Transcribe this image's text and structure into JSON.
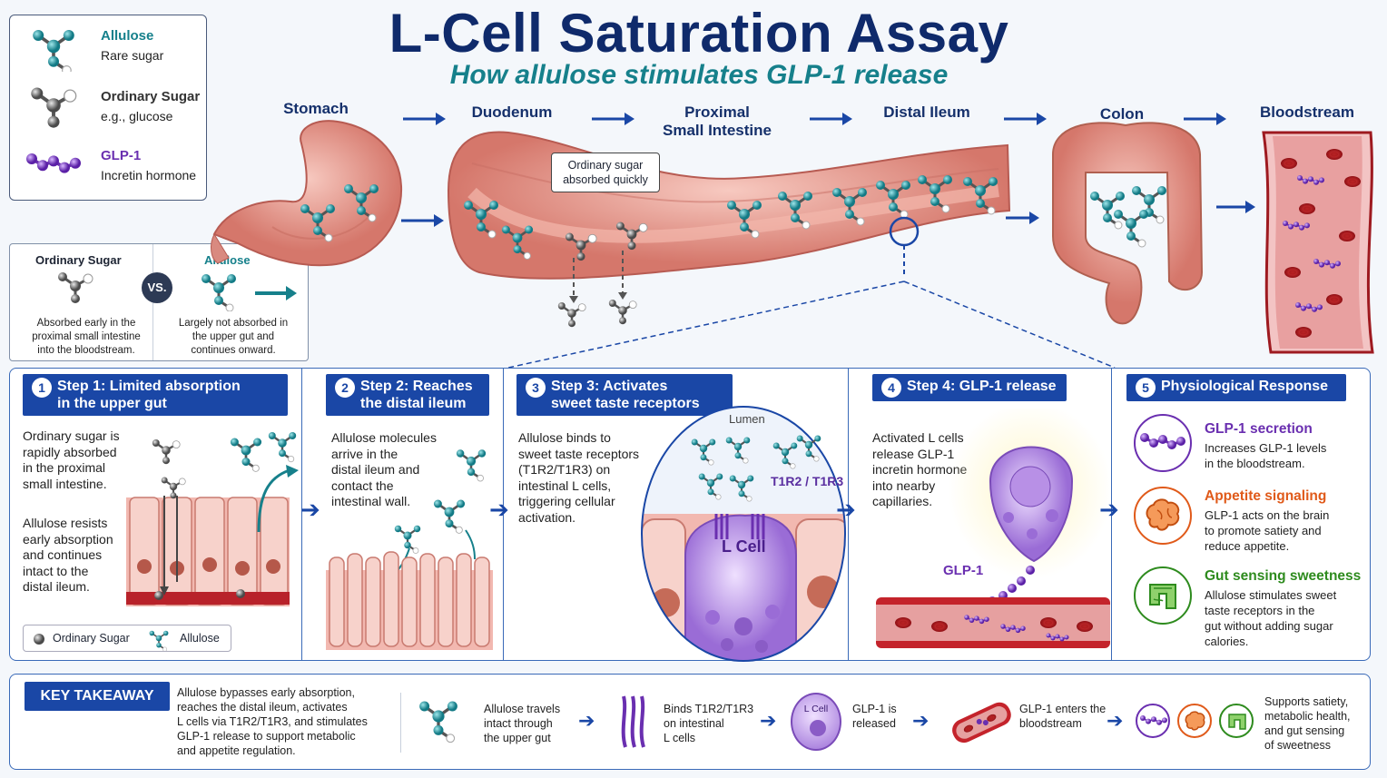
{
  "title": "L-Cell Saturation Assay",
  "subtitle": "How allulose stimulates GLP-1 release",
  "colors": {
    "allulose": "#16808b",
    "sugar": "#333333",
    "glp1": "#6a2fb0",
    "navy": "#1a47a6",
    "appetite": "#e05a1a",
    "gut": "#2e8b1e"
  },
  "legend": [
    {
      "name": "Allulose",
      "desc": "Rare sugar",
      "icon": "allulose-molecule-icon"
    },
    {
      "name": "Ordinary Sugar",
      "desc": "e.g., glucose",
      "icon": "sugar-molecule-icon"
    },
    {
      "name": "GLP-1",
      "desc": "Incretin hormone",
      "icon": "glp1-chain-icon"
    }
  ],
  "compare": {
    "left_head": "Ordinary Sugar",
    "right_head": "Allulose",
    "vs": "VS.",
    "left_text": [
      "Absorbed early in the",
      "proximal small intestine",
      "into the bloodstream."
    ],
    "right_text": [
      "Largely not absorbed in",
      "the upper gut and",
      "continues onward."
    ]
  },
  "stages": [
    {
      "label": "Stomach"
    },
    {
      "label": "Duodenum"
    },
    {
      "label": "Proximal\nSmall Intestine"
    },
    {
      "label": "Distal Ileum"
    },
    {
      "label": "Colon"
    },
    {
      "label": "Bloodstream"
    }
  ],
  "callout": [
    "Ordinary sugar",
    "absorbed quickly"
  ],
  "steps": [
    {
      "num": "1",
      "head": [
        "Step 1: Limited absorption",
        "in the upper gut"
      ],
      "text1": [
        "Ordinary sugar is",
        "rapidly absorbed",
        "in the proximal",
        "small intestine."
      ],
      "text2": [
        "Allulose resists",
        "early absorption",
        "and continues",
        "intact to the",
        "distal ileum."
      ],
      "legend_sugar": "Ordinary Sugar",
      "legend_allulose": "Allulose"
    },
    {
      "num": "2",
      "head": [
        "Step 2: Reaches",
        "the distal ileum"
      ],
      "text1": [
        "Allulose molecules",
        "arrive in the",
        "distal ileum and",
        "contact the",
        "intestinal wall."
      ]
    },
    {
      "num": "3",
      "head": [
        "Step 3: Activates",
        "sweet taste receptors"
      ],
      "text1": [
        "Allulose binds to",
        "sweet taste receptors",
        "(T1R2/T1R3) on",
        "intestinal L cells,",
        "triggering cellular",
        "activation."
      ],
      "lumen": "Lumen",
      "receptor": "T1R2 / T1R3",
      "cell": "L Cell"
    },
    {
      "num": "4",
      "head": [
        "Step 4: GLP-1 release"
      ],
      "text1": [
        "Activated L cells",
        "release GLP-1",
        "incretin hormone",
        "into nearby",
        "capillaries."
      ],
      "glp1": "GLP-1"
    }
  ],
  "response": {
    "num": "5",
    "head": "Physiological Response",
    "items": [
      {
        "title": "GLP-1 secretion",
        "text": [
          "Increases GLP-1 levels",
          "in the bloodstream."
        ],
        "icon": "glp1-secretion-icon",
        "color": "#6a2fb0"
      },
      {
        "title": "Appetite signaling",
        "text": [
          "GLP-1 acts on the brain",
          "to promote satiety and",
          "reduce appetite."
        ],
        "icon": "brain-icon",
        "color": "#e05a1a"
      },
      {
        "title": "Gut sensing sweetness",
        "text": [
          "Allulose stimulates sweet",
          "taste receptors in the",
          "gut without adding sugar",
          "calories."
        ],
        "icon": "intestine-icon",
        "color": "#2e8b1e"
      }
    ]
  },
  "takeaway": {
    "badge": "KEY TAKEAWAY",
    "summary": [
      "Allulose bypasses early absorption,",
      "reaches the distal ileum, activates",
      "L cells via T1R2/T1R3, and stimulates",
      "GLP-1 release to support metabolic",
      "and appetite regulation."
    ],
    "flow": [
      {
        "text": [
          "Allulose travels",
          "intact through",
          "the upper gut"
        ]
      },
      {
        "text": [
          "Binds T1R2/T1R3",
          "on intestinal",
          "L cells"
        ]
      },
      {
        "text": [
          "GLP-1 is",
          "released"
        ],
        "cell_label": "L Cell"
      },
      {
        "text": [
          "GLP-1 enters the",
          "bloodstream"
        ]
      },
      {
        "text": [
          "Supports satiety,",
          "metabolic health,",
          "and gut sensing",
          "of sweetness"
        ]
      }
    ]
  }
}
